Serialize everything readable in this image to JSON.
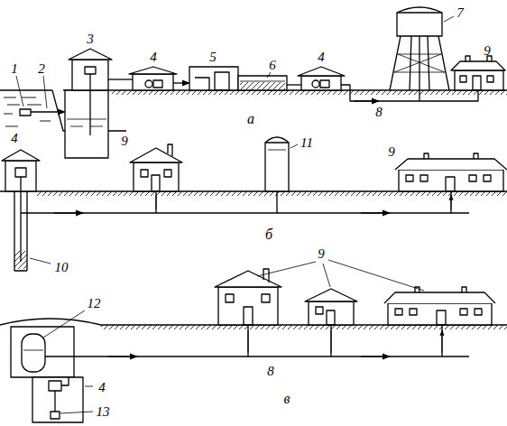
{
  "diagram": {
    "labels": [
      "1",
      "2",
      "3",
      "4",
      "5",
      "6",
      "4",
      "7",
      "8",
      "9",
      "а",
      "4",
      "9",
      "11",
      "9",
      "10",
      "б",
      "12",
      "9",
      "8",
      "4",
      "13",
      "в"
    ]
  }
}
